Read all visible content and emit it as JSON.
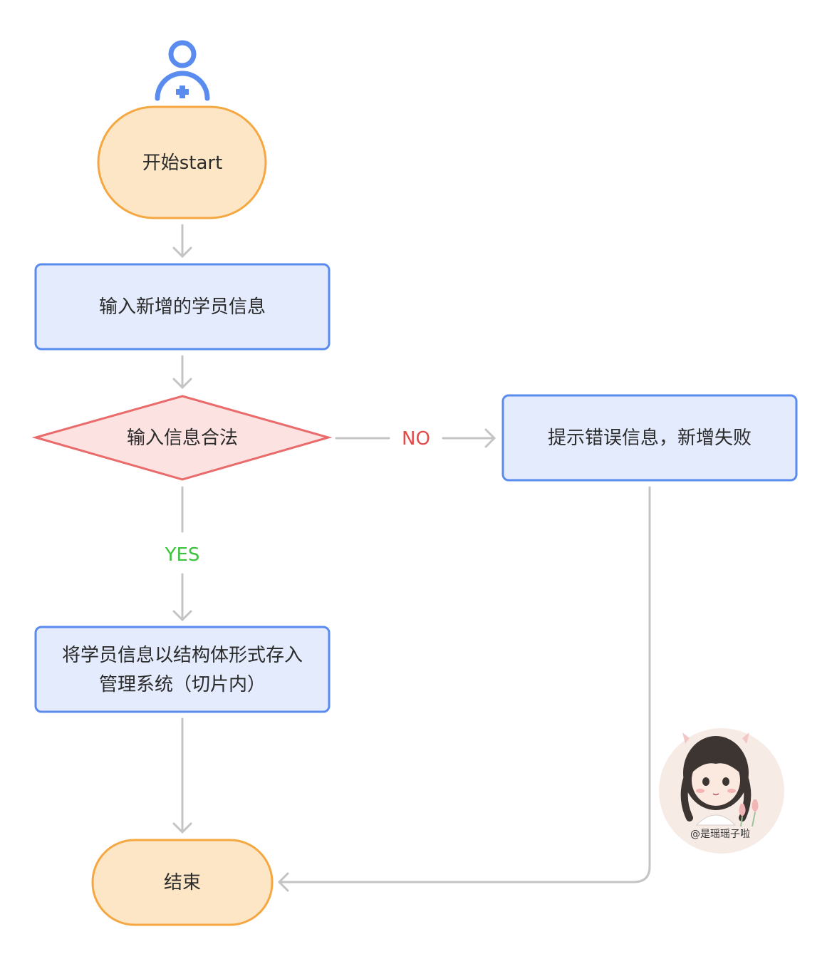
{
  "nodes": {
    "start": {
      "label": "开始start",
      "shape": "terminal"
    },
    "input": {
      "label": "输入新增的学员信息",
      "shape": "process"
    },
    "decision": {
      "label": "输入信息合法",
      "shape": "decision"
    },
    "error": {
      "label": "提示错误信息，新增失败",
      "shape": "process"
    },
    "store": {
      "label_line1": "将学员信息以结构体形式存入",
      "label_line2": "管理系统（切片内）",
      "shape": "process"
    },
    "end": {
      "label": "结束",
      "shape": "terminal"
    }
  },
  "edges": {
    "no_label": "NO",
    "yes_label": "YES"
  },
  "watermark": {
    "text": "@是瑶瑶子啦",
    "icon": "girl-avatar-illustration"
  },
  "start_icon": "user-add-icon",
  "colors": {
    "terminal_fill": "#fde6c6",
    "terminal_stroke": "#f5a742",
    "process_fill": "#e3ebfd",
    "process_stroke": "#5a8bee",
    "decision_fill": "#fde2e2",
    "decision_stroke": "#ea6b6b",
    "connector": "#c4c4c4",
    "yes": "#3cc23c",
    "no": "#e34b4b",
    "icon": "#5a8bee"
  }
}
